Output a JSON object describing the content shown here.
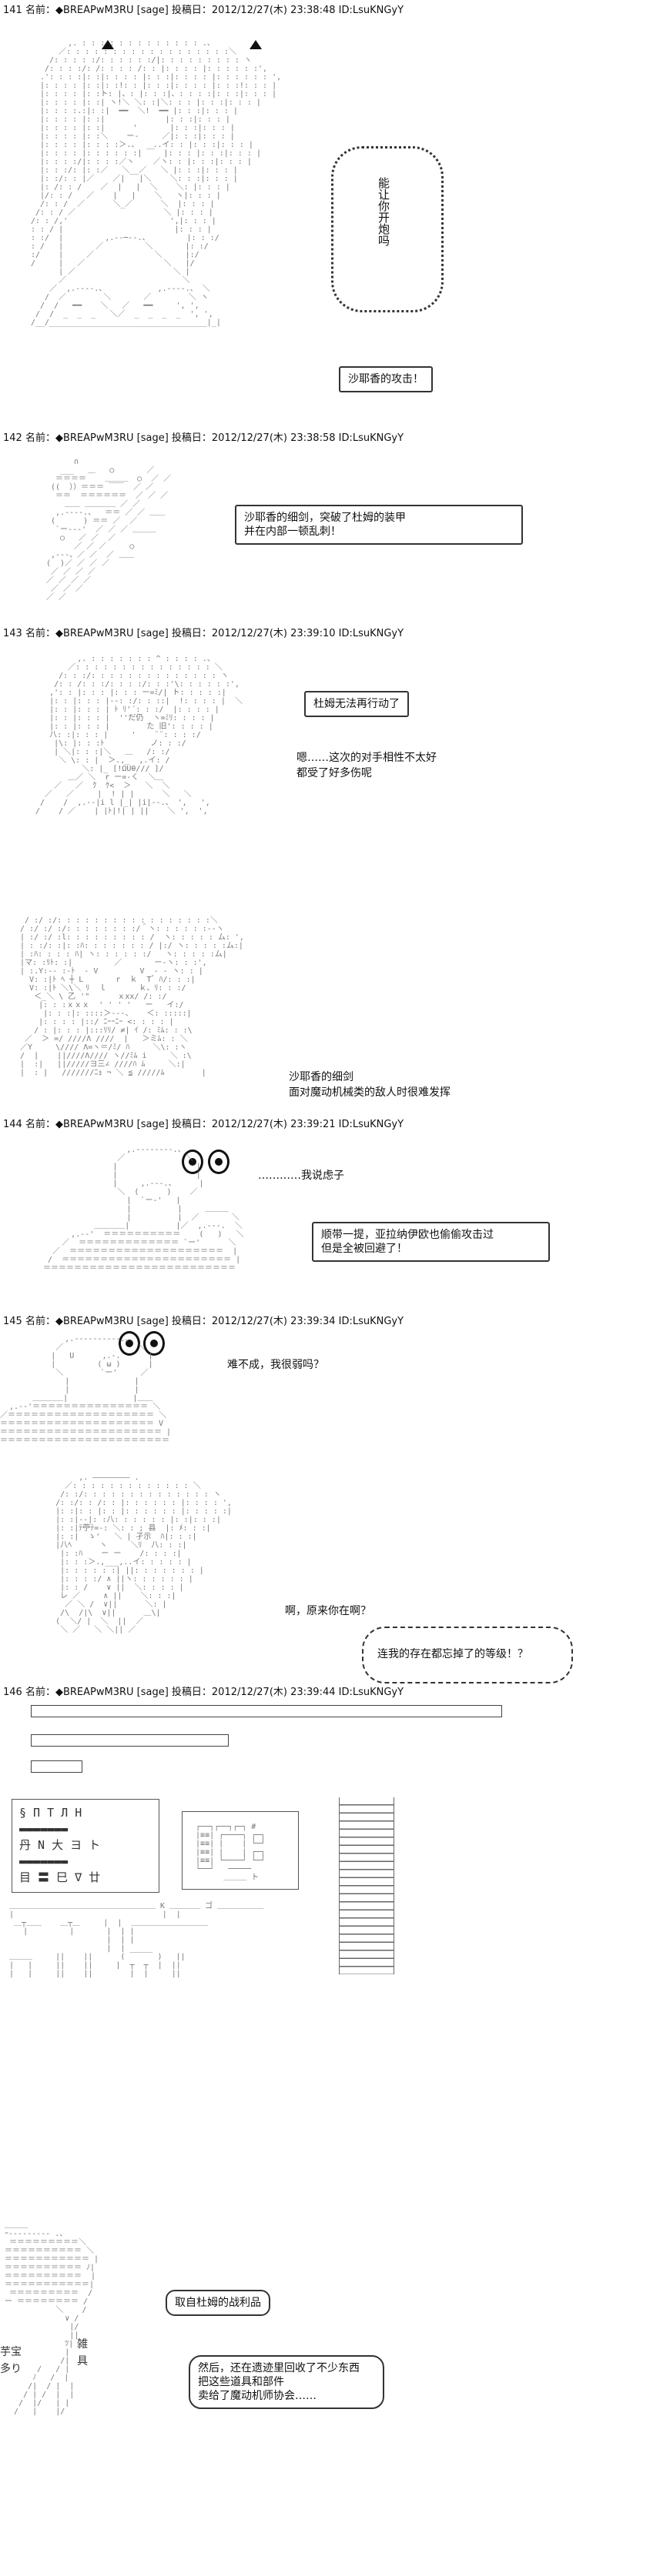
{
  "posts": [
    {
      "header": "141 名前：◆BREAPwM3RU [sage] 投稿日：2012/12/27(木) 23:38:48 ID:LsuKNGyY",
      "bubble_text": "能让你开炮吗",
      "box1": "沙耶香的攻击！"
    },
    {
      "header": "142 名前：◆BREAPwM3RU [sage] 投稿日：2012/12/27(木) 23:38:58 ID:LsuKNGyY",
      "box1": "沙耶香的细剑，突破了杜姆的装甲\n并在内部一顿乱刺！"
    },
    {
      "header": "143 名前：◆BREAPwM3RU [sage] 投稿日：2012/12/27(木) 23:39:10 ID:LsuKNGyY",
      "box1": "杜姆无法再行动了",
      "say1": "嗯……这次的对手相性不太好\n都受了好多伤呢",
      "say2": "沙耶香的细剑\n面对魔动机械类的敌人时很难发挥"
    },
    {
      "header": "144 名前：◆BREAPwM3RU [sage] 投稿日：2012/12/27(木) 23:39:21 ID:LsuKNGyY",
      "say1": "…………我说虑子",
      "box1": "顺带一提，亚拉纳伊欧也偷偷攻击过\n但是全被回避了！"
    },
    {
      "header": "145 名前：◆BREAPwM3RU [sage] 投稿日：2012/12/27(木) 23:39:34 ID:LsuKNGyY",
      "say1": "难不成，我很弱吗？",
      "say2": "啊，原来你在啊？",
      "bubble_text": "连我的存在都忘掉了的等级！？"
    },
    {
      "header": "146 名前：◆BREAPwM3RU [sage] 投稿日：2012/12/27(木) 23:39:44 ID:LsuKNGyY",
      "box1": "取自杜姆的战利品",
      "box2": "然后，还在遗迹里回收了不少东西\n把这些道具和部件\n卖给了魔动机师协会……",
      "shop_glyphs": "§ П Т Л Н\n▬▬▬▬▬▬▬\n丹 N 大 ヨ ト\n▬▬▬▬▬▬▬\n目 〓 巳 ∇ 廿",
      "side_glyphs": "芋宝\n多り",
      "side_glyphs2": "雑\n具"
    }
  ]
}
